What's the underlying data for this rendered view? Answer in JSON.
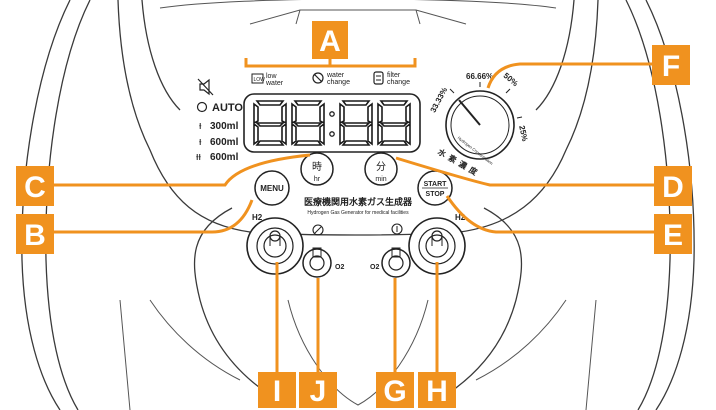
{
  "callouts": {
    "A": "A",
    "B": "B",
    "C": "C",
    "D": "D",
    "E": "E",
    "F": "F",
    "G": "G",
    "H": "H",
    "I": "I",
    "J": "J"
  },
  "colors": {
    "callout": "#f0921f",
    "line": "#222222"
  },
  "indicators": {
    "low_water": [
      "low",
      "water"
    ],
    "water_change": [
      "water",
      "change"
    ],
    "filter_change": [
      "filter",
      "change"
    ]
  },
  "modes": {
    "mute_icon": "speaker-mute-icon",
    "auto": "AUTO",
    "ml300": "300ml",
    "ml600a": "600ml",
    "ml600b": "600ml"
  },
  "display": {
    "digits": "88:88"
  },
  "buttons": {
    "hour": {
      "kanji": "時",
      "latin": "hr"
    },
    "minute": {
      "kanji": "分",
      "latin": "min"
    },
    "menu": "MENU",
    "start": "START",
    "stop": "STOP"
  },
  "dial": {
    "p66": "66.66%",
    "p50": "50%",
    "p33": "33.33%",
    "p25": "25%",
    "jp_label": "水素濃度",
    "en_label": "Hydrogen Concentration"
  },
  "device": {
    "name_jp": "医療機関用水素ガス生成器",
    "name_en": "Hydrogen Gas Generator for medical facilities"
  },
  "ports": {
    "h2_left": "H2",
    "h2_right": "H2",
    "o2_left": "O2",
    "o2_right": "O2"
  }
}
